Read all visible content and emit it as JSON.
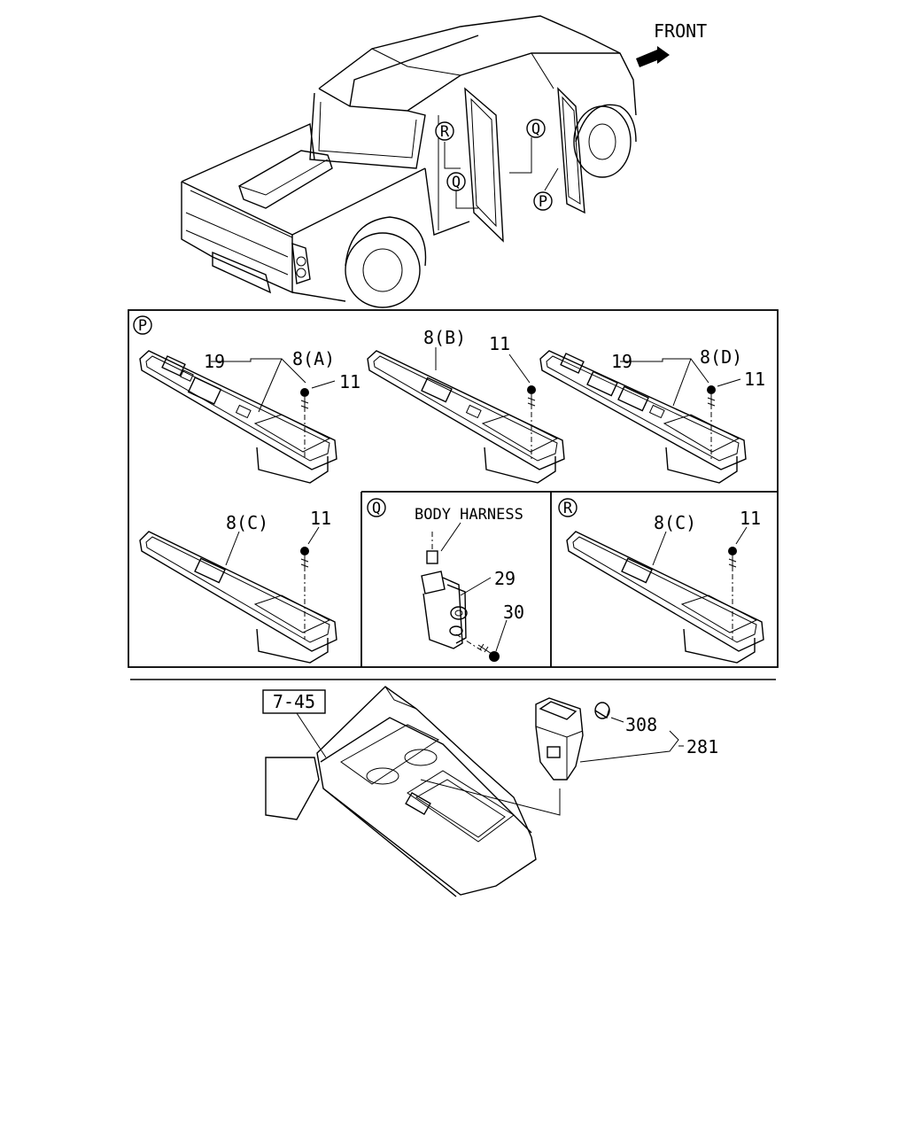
{
  "front_label": "FRONT",
  "truck_callouts": {
    "P": "P",
    "Q": "Q",
    "R": "R"
  },
  "panel_P": {
    "marker": "P",
    "part_A": {
      "label": "8(A)",
      "bracket_part": "19",
      "screw": "11"
    },
    "part_B": {
      "label": "8(B)",
      "screw": "11"
    },
    "part_D": {
      "label": "8(D)",
      "bracket_part": "19",
      "screw": "11"
    },
    "part_C": {
      "label": "8(C)",
      "screw": "11"
    }
  },
  "panel_Q": {
    "marker": "Q",
    "harness_label": "BODY HARNESS",
    "switch_part": "29",
    "screw_part": "30"
  },
  "panel_R": {
    "marker": "R",
    "part_C": {
      "label": "8(C)",
      "screw": "11"
    }
  },
  "console": {
    "ref_box": "7-45",
    "clip_part": "308",
    "switch_part": "281"
  }
}
